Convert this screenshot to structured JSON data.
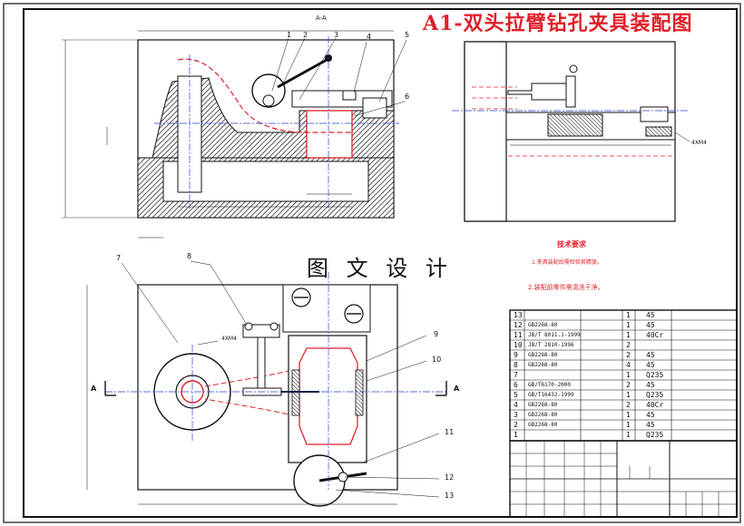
{
  "title": "A1-双头拉臂钻孔夹具装配图",
  "watermark": "图 文 设 计",
  "section_label": "A-A",
  "view_letter": "A",
  "technical_requirements": {
    "title": "技术要求",
    "notes": [
      "1.夹具装配后需检验其精度。",
      "2.装配前零件需清洗干净。"
    ]
  },
  "balloons": [
    "1",
    "2",
    "3",
    "4",
    "5",
    "6",
    "7",
    "8",
    "9",
    "10",
    "11",
    "12",
    "13"
  ],
  "annotations": {
    "thread_top": "4XM4",
    "thread_front": "4XM4"
  },
  "bom_rows": [
    {
      "no": "13",
      "code": "",
      "qty": "1",
      "material": "45"
    },
    {
      "no": "12",
      "code": "GB2268-80",
      "qty": "1",
      "material": "45"
    },
    {
      "no": "11",
      "code": "JB/T 8011.1-1999",
      "qty": "1",
      "material": "40Cr"
    },
    {
      "no": "10",
      "code": "JB/T 2810-1996",
      "qty": "2",
      "material": ""
    },
    {
      "no": "9",
      "code": "GB2268-80",
      "qty": "2",
      "material": "45"
    },
    {
      "no": "8",
      "code": "GB2268-80",
      "qty": "4",
      "material": "45"
    },
    {
      "no": "7",
      "code": "",
      "qty": "1",
      "material": "Q235"
    },
    {
      "no": "6",
      "code": "GB/T6170-2000",
      "qty": "2",
      "material": "45"
    },
    {
      "no": "5",
      "code": "GB/T16432-1999",
      "qty": "1",
      "material": "Q235"
    },
    {
      "no": "4",
      "code": "GB2268-80",
      "qty": "2",
      "material": "40Cr"
    },
    {
      "no": "3",
      "code": "GB2268-80",
      "qty": "1",
      "material": "45"
    },
    {
      "no": "2",
      "code": "GB2268-80",
      "qty": "1",
      "material": "45"
    },
    {
      "no": "1",
      "code": "",
      "qty": "1",
      "material": "Q235"
    }
  ],
  "colors": {
    "outline": "#111111",
    "accent": "#e0202a",
    "centerline": "#2a3fd8",
    "hatch_dark": "#222222"
  }
}
